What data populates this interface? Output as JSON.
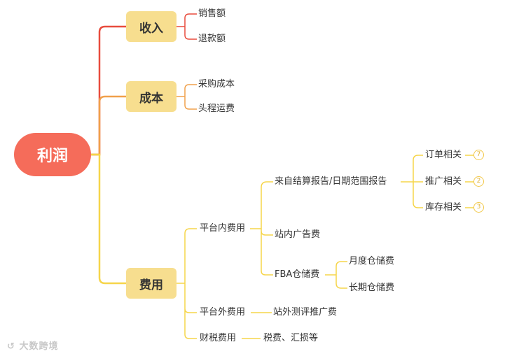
{
  "root": {
    "label": "利润"
  },
  "branches": {
    "income": {
      "label": "收入",
      "children": [
        "销售额",
        "退款额"
      ]
    },
    "cost": {
      "label": "成本",
      "children": [
        "采购成本",
        "头程运费"
      ]
    },
    "expense": {
      "label": "费用",
      "platform_internal": {
        "label": "平台内费用",
        "settlement_report": {
          "label": "来自结算报告/日期范围报告",
          "children": [
            {
              "label": "订单相关",
              "badge": "7"
            },
            {
              "label": "推广相关",
              "badge": "2"
            },
            {
              "label": "库存相关",
              "badge": "3"
            }
          ]
        },
        "onsite_ads": {
          "label": "站内广告费"
        },
        "fba_storage": {
          "label": "FBA仓储费",
          "children": [
            "月度仓储费",
            "长期仓储费"
          ]
        }
      },
      "platform_external": {
        "label": "平台外费用",
        "child": "站外测评推广费"
      },
      "tax": {
        "label": "财税费用",
        "child": "税费、汇损等"
      }
    }
  },
  "watermark": "大数跨境",
  "colors": {
    "root": "#f56c5a",
    "branch_fill": "#f7de8f",
    "income_line": "#e84c3d",
    "cost_line": "#f0a04b",
    "expense_line": "#f6d54a"
  }
}
